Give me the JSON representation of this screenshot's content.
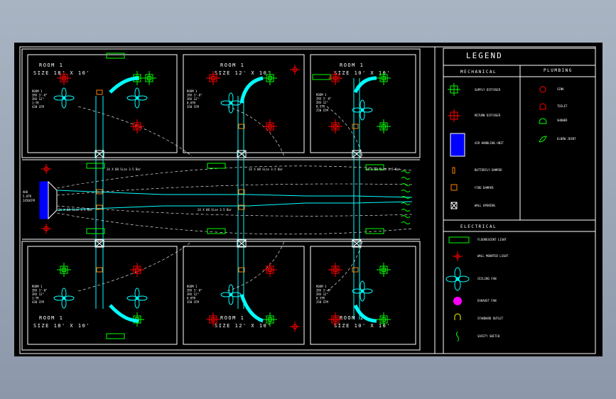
{
  "legend": {
    "title": "LEGEND",
    "mechanical_header": "MECHANICAL",
    "plumbing_header": "PLUMBING",
    "electrical_header": "ELECTRICAL",
    "mechanical_items": [
      "SUPPLY DIFFUSER",
      "RETURN DIFFUSER",
      "AIR HANDLING UNIT",
      "BUTTERFLY DAMPER",
      "FIRE DAMPER",
      "WALL OPENING"
    ],
    "plumbing_items": [
      "SINK",
      "TOILET",
      "SHOWER",
      "ELBOW JOINT"
    ],
    "electrical_items": [
      "FLUORESCENT LIGHT",
      "WALL MOUNTED LIGHT",
      "CEILING FAN",
      "EXHAUST FAN",
      "STANDARD OUTLET",
      "SAFETY SWITCH"
    ]
  },
  "rooms": [
    {
      "title": "ROOM 1",
      "size": "SIZE 18' X 10'",
      "specs": [
        "ROOM 1",
        "2RX 3'-0\"",
        "2RX 12\"",
        "1:TR",
        "430 CFM"
      ]
    },
    {
      "title": "ROOM 1",
      "size": "SIZE 12' X 10'",
      "specs": [
        "ROOM 1",
        "2RX 3'-0\"",
        "2RX 12\"",
        "0.8TR",
        "350 CFM"
      ]
    },
    {
      "title": "ROOM 1",
      "size": "SIZE 10' X 10'",
      "specs": [
        "ROOM 1",
        "2RX 3'-0\"",
        "2RX 12\"",
        "0.5TR",
        "250 CFM"
      ]
    },
    {
      "title": "ROOM 1",
      "size": "SIZE 18' X 10'",
      "specs": [
        "ROOM 1",
        "2RX 3'-0\"",
        "2RX 12\"",
        "1:TR",
        "430 CFM"
      ]
    },
    {
      "title": "ROOM 1",
      "size": "SIZE 12' X 10'",
      "specs": [
        "ROOM 1",
        "2RX 3'-0\"",
        "2RX 12\"",
        "0.8TR",
        "350 CFM"
      ]
    },
    {
      "title": "ROOM 1",
      "size": "SIZE 10' X 10'",
      "specs": [
        "ROOM 1",
        "2RX 3'-0\"",
        "2RX 12\"",
        "0.5TR",
        "250 CFM"
      ]
    }
  ],
  "ahu_label": [
    "AHU",
    "5.0TR",
    "2450CFM"
  ],
  "duct_labels": [
    "24 X 08 Size 3.5 Bar",
    "24 X 08 Size 3.5 Bar",
    "24 X 08 Size 3.5 Bar",
    "24 X 08 Size 3.5 Bar",
    "24 X 08 Size 3.5 Bar"
  ],
  "colors": {
    "background": "#000000",
    "frame": "#ffffff",
    "duct": "#00ffff",
    "supply": "#00ff00",
    "return": "#ff0000",
    "ahu": "#0000ff",
    "damper": "#ff8000",
    "plumbing": "#ff0000",
    "light": "#ffff00",
    "exhaust": "#ff00ff",
    "text": "#ffffff"
  }
}
